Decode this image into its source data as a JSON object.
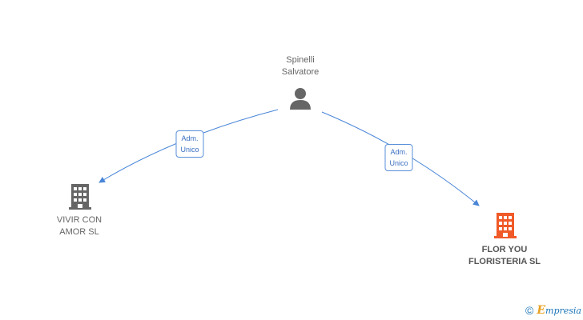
{
  "nodes": {
    "person": {
      "line1": "Spinelli",
      "line2": "Salvatore",
      "icon": "person-icon",
      "color": "#666666"
    },
    "company_left": {
      "line1": "VIVIR CON",
      "line2": "AMOR SL",
      "icon": "building-icon",
      "color": "#666666"
    },
    "company_right": {
      "line1": "FLOR YOU",
      "line2": "FLORISTERIA SL",
      "icon": "building-icon",
      "color": "#f05a28"
    }
  },
  "edges": [
    {
      "from": "person",
      "to": "company_left",
      "label_line1": "Adm.",
      "label_line2": "Unico"
    },
    {
      "from": "person",
      "to": "company_right",
      "label_line1": "Adm.",
      "label_line2": "Unico"
    }
  ],
  "colors": {
    "edge": "#4a86d8",
    "highlight": "#f05a28"
  },
  "watermark": {
    "symbol": "©",
    "brand_initial": "E",
    "brand_rest": "mpresia"
  }
}
